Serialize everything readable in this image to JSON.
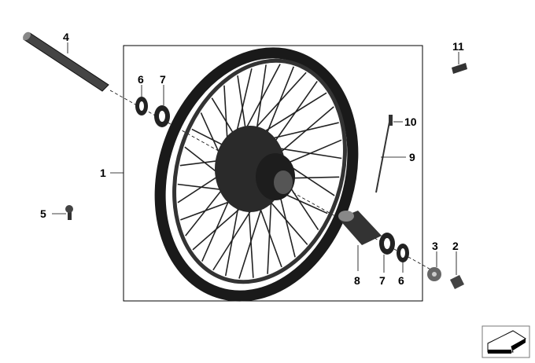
{
  "diagram": {
    "callouts": [
      {
        "id": "c4",
        "label": "4"
      },
      {
        "id": "c6a",
        "label": "6"
      },
      {
        "id": "c7a",
        "label": "7"
      },
      {
        "id": "c1",
        "label": "1"
      },
      {
        "id": "c5",
        "label": "5"
      },
      {
        "id": "c10",
        "label": "10"
      },
      {
        "id": "c9",
        "label": "9"
      },
      {
        "id": "c11",
        "label": "11"
      },
      {
        "id": "c8",
        "label": "8"
      },
      {
        "id": "c7b",
        "label": "7"
      },
      {
        "id": "c6b",
        "label": "6"
      },
      {
        "id": "c3",
        "label": "3"
      },
      {
        "id": "c2",
        "label": "2"
      }
    ],
    "nav_icon": "back-arrow-icon"
  }
}
